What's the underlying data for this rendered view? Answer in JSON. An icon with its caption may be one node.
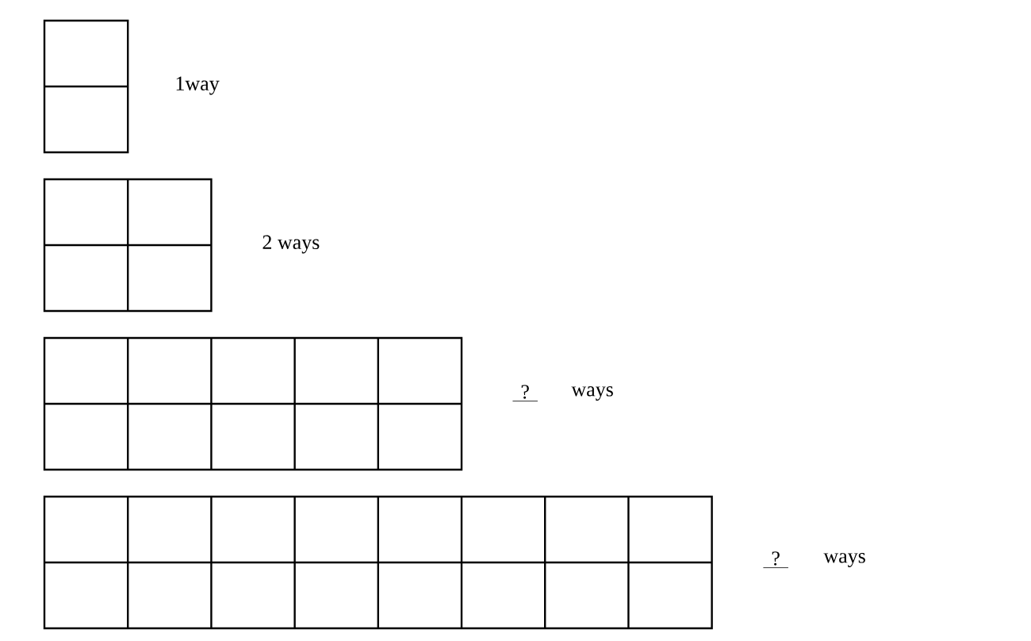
{
  "diagram": {
    "labels": [
      "1way",
      "2 ways",
      "?",
      "ways",
      "?",
      "ways"
    ]
  }
}
